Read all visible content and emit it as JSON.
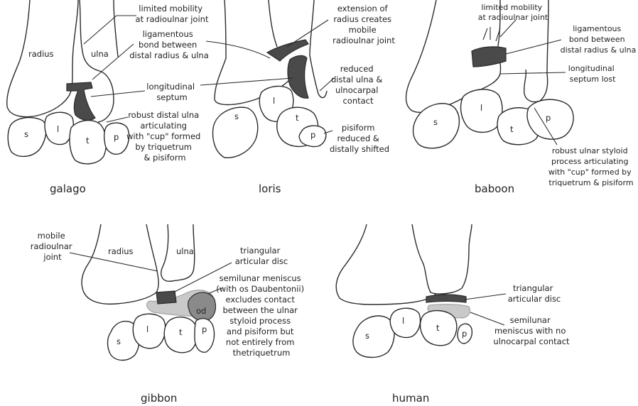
{
  "panels": {
    "galago": {
      "caption": "galago",
      "bones": {
        "radius": "radius",
        "ulna": "ulna",
        "s": "s",
        "l": "l",
        "t": "t",
        "p": "p"
      },
      "labels": {
        "limited_mobility": [
          "limited mobility",
          "at radioulnar joint"
        ],
        "ligamentous_bond": [
          "ligamentous",
          "bond between",
          "distal radius & ulna"
        ],
        "longitudinal_septum": [
          "longitudinal",
          "septum"
        ],
        "robust_distal_ulna": [
          "robust distal ulna",
          "articulating",
          "with \"cup\" formed",
          "by triquetrum",
          "& pisiform"
        ]
      }
    },
    "loris": {
      "caption": "loris",
      "bones": {
        "s": "s",
        "l": "l",
        "t": "t",
        "p": "p"
      },
      "labels": {
        "extension_radius": [
          "extension of",
          "radius creates",
          "mobile",
          "radioulnar joint"
        ],
        "reduced_distal_ulna": [
          "reduced",
          "distal ulna &",
          "ulnocarpal",
          "contact"
        ],
        "pisiform_reduced": [
          "pisiform",
          "reduced &",
          "distally shifted"
        ]
      }
    },
    "baboon": {
      "caption": "baboon",
      "bones": {
        "s": "s",
        "l": "l",
        "t": "t",
        "p": "p"
      },
      "labels": {
        "limited_mobility": [
          "limited mobility",
          "at radioulnar joint"
        ],
        "ligamentous_bond": [
          "ligamentous",
          "bond between",
          "distal radius & ulna"
        ],
        "septum_lost": [
          "longitudinal",
          "septum lost"
        ],
        "robust_ulnar_styloid": [
          "robust ulnar styloid",
          "process articulating",
          "with \"cup\" formed by",
          "triquetrum & pisiform"
        ]
      }
    },
    "gibbon": {
      "caption": "gibbon",
      "bones": {
        "radius": "radius",
        "ulna": "ulna",
        "s": "s",
        "l": "l",
        "t": "t",
        "p": "p",
        "od": "od"
      },
      "labels": {
        "mobile_radioulnar": [
          "mobile",
          "radioulnar",
          "joint"
        ],
        "triangular_disc": [
          "triangular",
          "articular disc"
        ],
        "semilunar_meniscus": [
          "semilunar meniscus",
          "(with os Daubentonii)",
          "excludes contact",
          "between the ulnar",
          "styloid process",
          "and pisiform but",
          "not entirely from",
          "thetriquetrum"
        ]
      }
    },
    "human": {
      "caption": "human",
      "bones": {
        "s": "s",
        "l": "l",
        "t": "t",
        "p": "p"
      },
      "labels": {
        "triangular_disc": [
          "triangular",
          "articular disc"
        ],
        "semilunar_meniscus": [
          "semilunar",
          "meniscus with no",
          "ulnocarpal contact"
        ]
      }
    }
  }
}
